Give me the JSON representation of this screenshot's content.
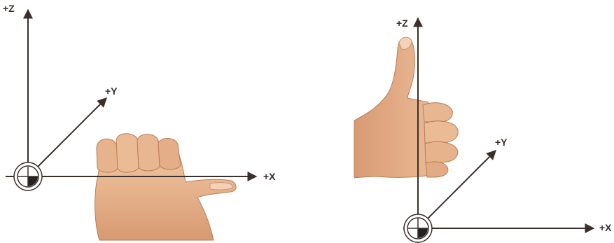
{
  "diagrams": [
    {
      "id": "left",
      "gesture": "thumb pointing along +X",
      "axes": {
        "x": "+X",
        "y": "+Y",
        "z": "+Z"
      }
    },
    {
      "id": "right",
      "gesture": "thumb pointing along +Z",
      "axes": {
        "x": "+X",
        "y": "+Y",
        "z": "+Z"
      }
    }
  ],
  "colors": {
    "axis": "#3a2f2a",
    "skin": "#e2ad85",
    "skin_shadow": "#c98e67",
    "skin_light": "#f0c6a2",
    "origin_fill": "#222222"
  }
}
